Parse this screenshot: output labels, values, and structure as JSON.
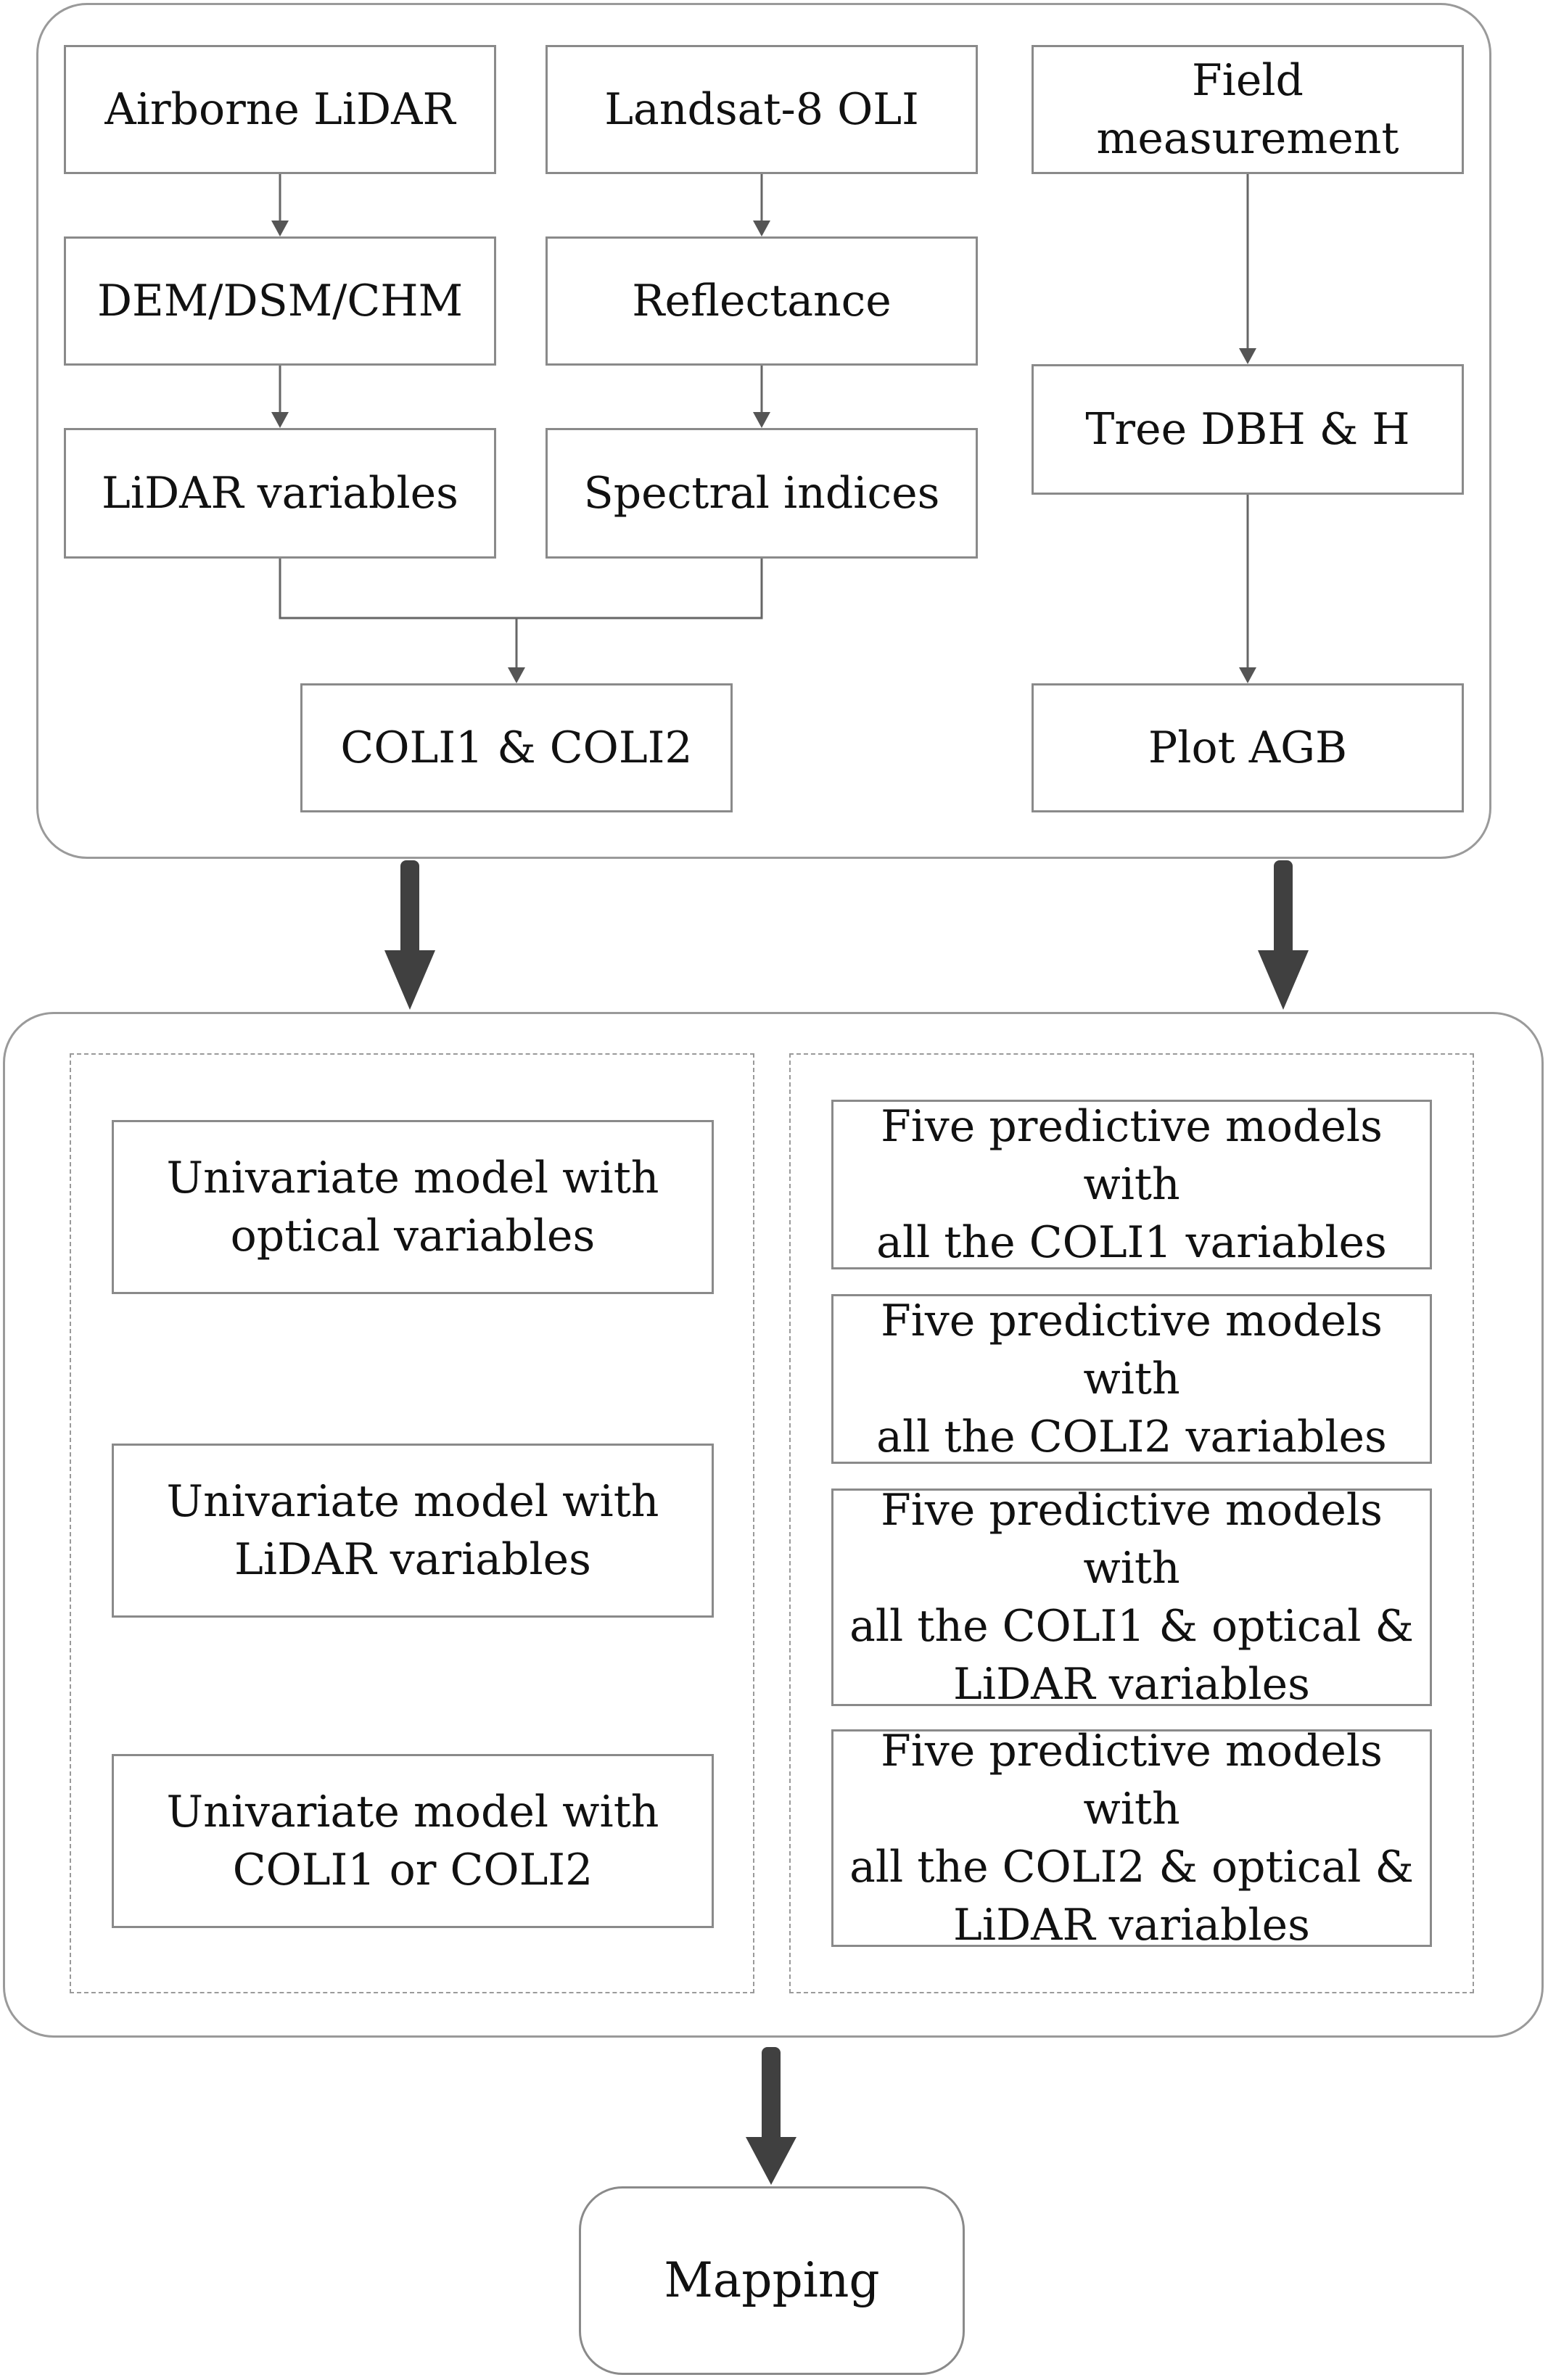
{
  "nodes": {
    "airborne_lidar": "Airborne LiDAR",
    "landsat8_oli": "Landsat-8 OLI",
    "field_measurement": "Field measurement",
    "dem_dsm_chm": "DEM/DSM/CHM",
    "reflectance": "Reflectance",
    "tree_dbh_h": "Tree DBH & H",
    "lidar_variables": "LiDAR variables",
    "spectral_indices": "Spectral indices",
    "coli1_coli2": "COLI1 & COLI2",
    "plot_agb": "Plot AGB",
    "uni_optical": "Univariate model with\noptical variables",
    "uni_lidar": "Univariate model with\nLiDAR variables",
    "uni_coli": "Univariate model with\nCOLI1 or COLI2",
    "five_coli1": "Five predictive models with\nall the COLI1 variables",
    "five_coli2": "Five predictive models with\nall the COLI2 variables",
    "five_coli1_opt_lidar": "Five predictive models with\nall the COLI1 & optical &\nLiDAR variables",
    "five_coli2_opt_lidar": "Five predictive models with\nall the COLI2 & optical &\nLiDAR variables",
    "mapping": "Mapping"
  },
  "colors": {
    "box_border": "#8a8a8a",
    "panel_border": "#9a9a9a",
    "thin_arrow": "#555555",
    "thick_arrow": "#404040"
  }
}
